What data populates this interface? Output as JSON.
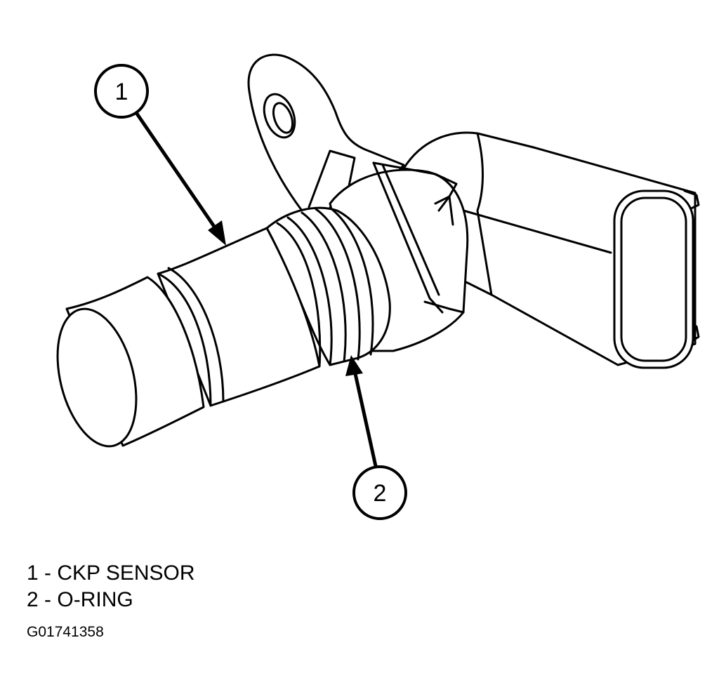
{
  "diagram": {
    "callouts": [
      {
        "number": "1"
      },
      {
        "number": "2"
      }
    ],
    "legend": [
      {
        "number": "1",
        "separator": "-",
        "label": "CKP SENSOR"
      },
      {
        "number": "2",
        "separator": "-",
        "label": "O-RING"
      }
    ],
    "figure_code": "G01741358",
    "colors": {
      "ink": "#000000",
      "background": "#ffffff"
    }
  }
}
